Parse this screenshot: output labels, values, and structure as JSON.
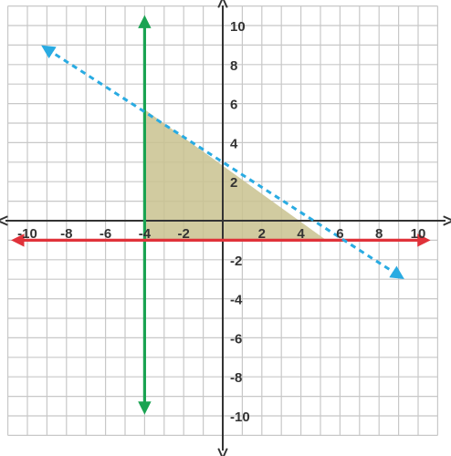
{
  "chart_data": {
    "type": "line",
    "title": "",
    "xlabel": "",
    "ylabel": "",
    "xlim": [
      -11,
      11
    ],
    "ylim": [
      -11,
      11
    ],
    "grid": true,
    "x_ticks": [
      -10,
      -8,
      -6,
      -4,
      -2,
      2,
      4,
      6,
      8,
      10
    ],
    "y_ticks": [
      10,
      8,
      6,
      4,
      2,
      -2,
      -4,
      -6,
      -8,
      -10
    ],
    "x_tick_labels": [
      "-10",
      "-8",
      "-6",
      "-4",
      "-2",
      "2",
      "4",
      "6",
      "8",
      "10"
    ],
    "y_tick_labels": [
      "10",
      "8",
      "6",
      "4",
      "2",
      "-2",
      "-4",
      "-6",
      "-8",
      "-10"
    ],
    "shaded_region": {
      "vertices": [
        [
          -4,
          5.7
        ],
        [
          -4,
          -1
        ],
        [
          5.3,
          -1
        ]
      ],
      "color": "#c9c28f"
    },
    "series": [
      {
        "kind": "vertical line",
        "x": [
          -4,
          -4
        ],
        "y": [
          -9.6,
          10.2
        ],
        "style": "solid",
        "arrows": "both",
        "color": "#1aa352"
      },
      {
        "kind": "horizontal line",
        "x": [
          -10.5,
          10.3
        ],
        "y": [
          -1,
          -1
        ],
        "style": "solid",
        "arrows": "both",
        "color": "#e0323a"
      },
      {
        "kind": "dashed line",
        "x": [
          -9,
          9
        ],
        "y": [
          8.8,
          -2.8
        ],
        "style": "dashed",
        "arrows": "both",
        "color": "#29abe2"
      }
    ]
  }
}
